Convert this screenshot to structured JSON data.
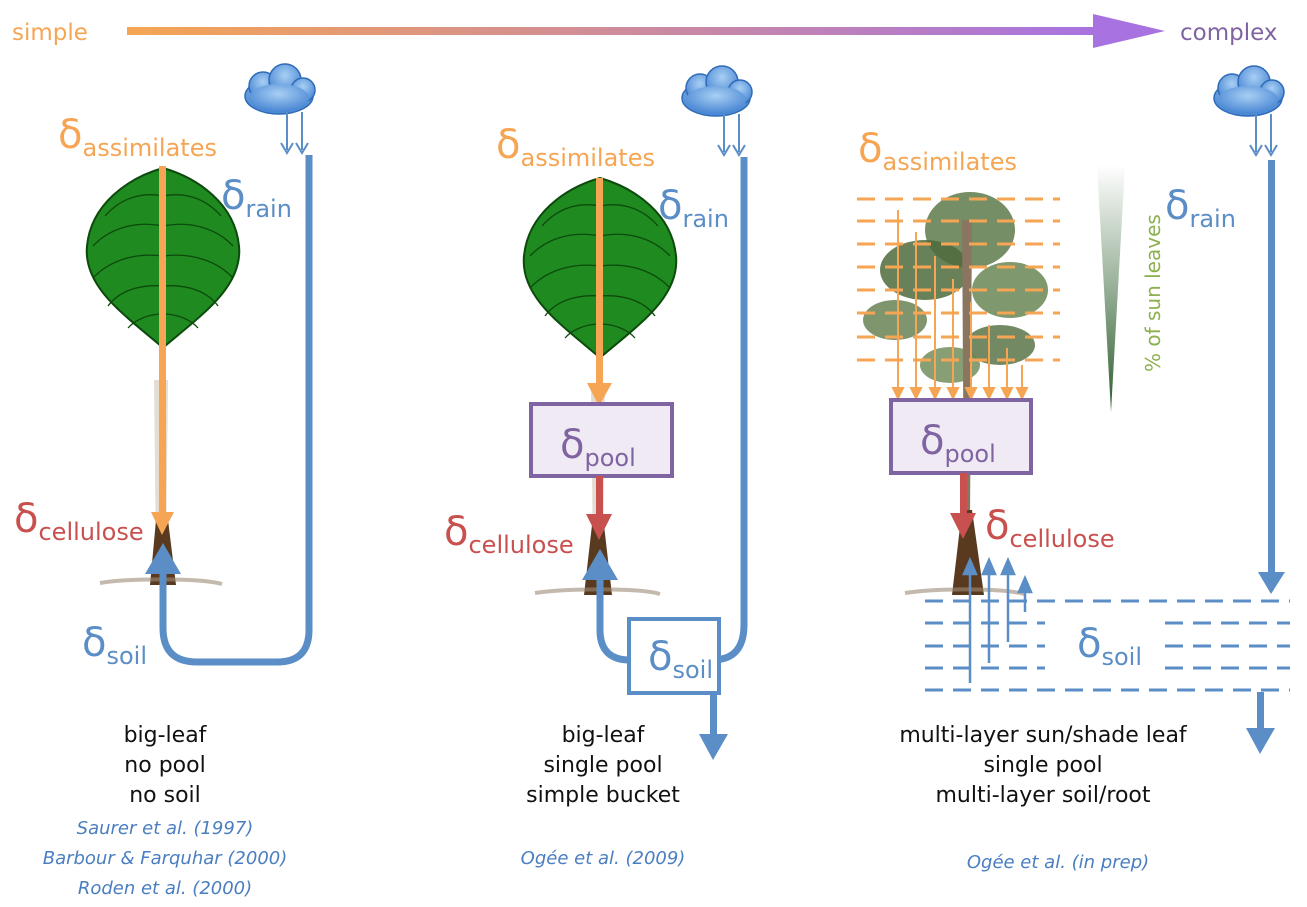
{
  "scale": {
    "left_label": "simple",
    "right_label": "complex"
  },
  "symbols": {
    "delta": "δ",
    "assimilates": "assimilates",
    "rain": "rain",
    "cellulose": "cellulose",
    "soil": "soil",
    "pool": "pool",
    "sun_leaves": "% of sun leaves"
  },
  "panels": [
    {
      "lines": [
        "big-leaf",
        "no pool",
        "no soil"
      ],
      "citations": [
        "Saurer et al. (1997)",
        "Barbour & Farquhar (2000)",
        "Roden et al. (2000)"
      ]
    },
    {
      "lines": [
        "big-leaf",
        "single pool",
        "simple bucket"
      ],
      "citations": [
        "Ogée et al. (2009)"
      ]
    },
    {
      "lines": [
        "multi-layer sun/shade leaf",
        "single pool",
        "multi-layer soil/root"
      ],
      "citations": [
        "Ogée et al. (in prep)"
      ]
    }
  ],
  "colors": {
    "orange": "#F5A553",
    "blue": "#5B8EC6",
    "red": "#C8504E",
    "purple": "#8064A2",
    "green": "#8EB14F",
    "leaf": "#1F8A1F"
  }
}
